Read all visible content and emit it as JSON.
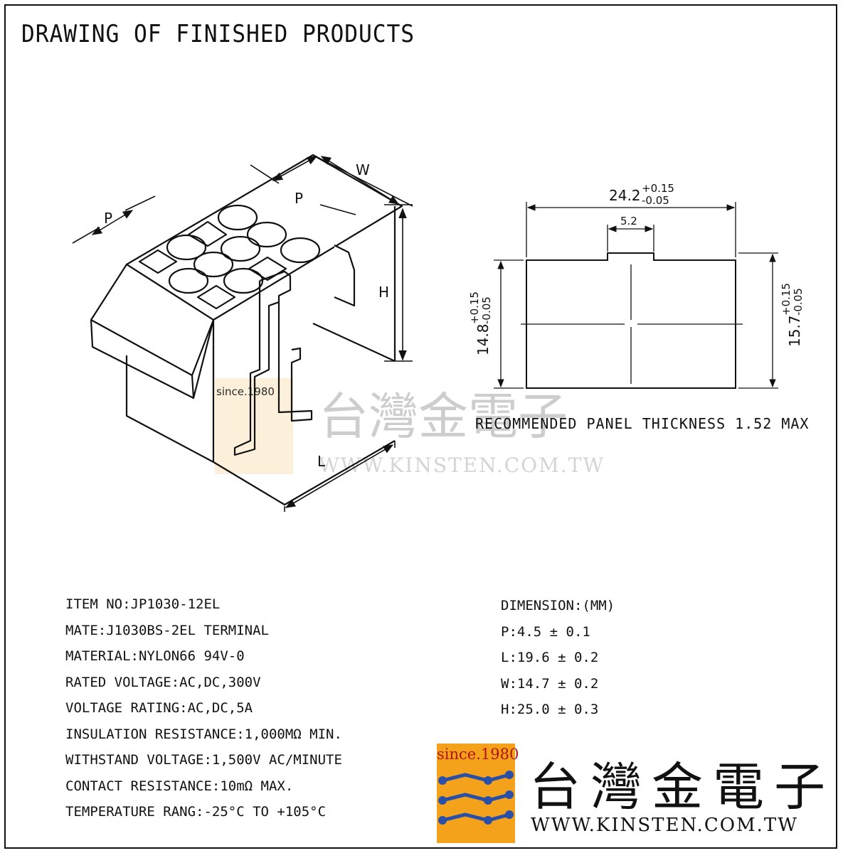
{
  "title": "DRAWING OF FINISHED PRODUCTS",
  "iso_labels": {
    "w": "W",
    "p_left": "P",
    "p_right": "P",
    "h": "H",
    "l": "L"
  },
  "side_view": {
    "width_nominal": "24.2",
    "width_tol_plus": "+0.15",
    "width_tol_minus": "-0.05",
    "tab_width": "5.2",
    "left_height": "14.8",
    "left_tol_plus": "+0.15",
    "left_tol_minus": "-0.05",
    "right_height": "15.7",
    "right_tol_plus": "+0.15",
    "right_tol_minus": "-0.05"
  },
  "note": "RECOMMENDED PANEL THICKNESS 1.52 MAX",
  "specs": [
    "ITEM NO:JP1030-12EL",
    "MATE:J1030BS-2EL TERMINAL",
    "MATERIAL:NYLON66 94V-0",
    "RATED VOLTAGE:AC,DC,300V",
    "VOLTAGE RATING:AC,DC,5A",
    "INSULATION RESISTANCE:1,000MΩ MIN.",
    "WITHSTAND VOLTAGE:1,500V AC/MINUTE",
    "CONTACT RESISTANCE:10mΩ MAX.",
    "TEMPERATURE RANG:-25°C TO +105°C"
  ],
  "dimensions": {
    "header": "DIMENSION:(MM)",
    "rows": [
      "P:4.5 ± 0.1",
      "L:19.6 ± 0.2",
      "W:14.7 ± 0.2",
      "H:25.0 ± 0.3"
    ]
  },
  "logo": {
    "since": "since.1980",
    "cn_name": "台灣金電子",
    "url": "WWW.KINSTEN.COM.TW",
    "colors": {
      "orange": "#f4a21b",
      "blue": "#2a4fa8",
      "red": "#b01515"
    }
  },
  "watermark": {
    "since": "since.1980",
    "cn_name": "台灣金電子",
    "url": "WWW.KINSTEN.COM.TW"
  }
}
